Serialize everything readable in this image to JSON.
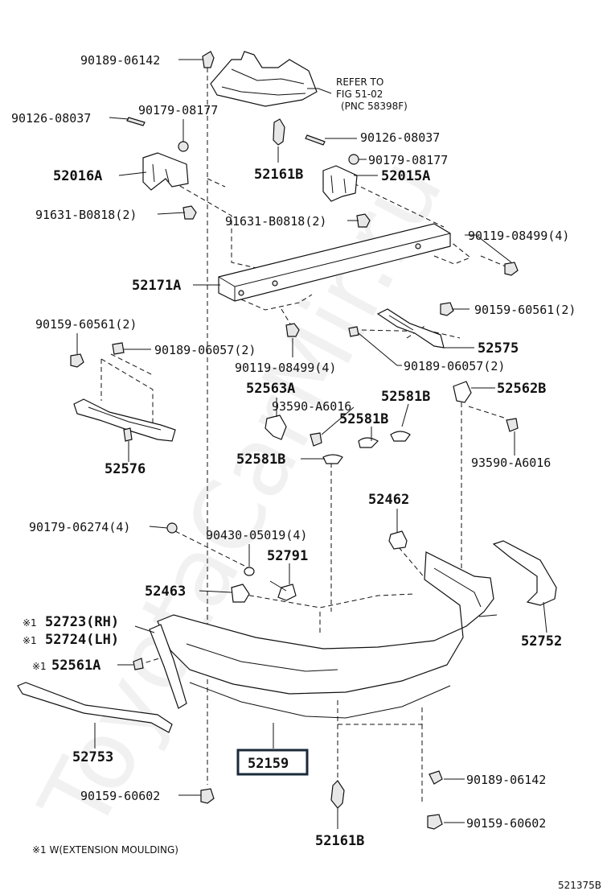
{
  "diagram": {
    "watermark": "ToyotaCarMir.ru",
    "figure_code": "521375B",
    "footnote": "※1 W(EXTENSION MOULDING)",
    "refer_note": [
      "REFER TO",
      "FIG 51-02",
      "(PNC 58398F)"
    ],
    "highlighted_part": "52159",
    "labels": {
      "p90189_06142_top": "90189-06142",
      "p90126_08037_left": "90126-08037",
      "p90179_08177_left": "90179-08177",
      "p52016A": "52016A",
      "p91631_left": "91631-B0818(2)",
      "p52161B_top": "52161B",
      "p90126_08037_right": "90126-08037",
      "p90179_08177_right": "90179-08177",
      "p52015A": "52015A",
      "p91631_right": "91631-B0818(2)",
      "p90119_right": "90119-08499(4)",
      "p52171A": "52171A",
      "p90159_60561_right": "90159-60561(2)",
      "p90159_60561_left": "90159-60561(2)",
      "p90189_06057_left": "90189-06057(2)",
      "p52575": "52575",
      "p90119_bottom": "90119-08499(4)",
      "p90189_06057_right": "90189-06057(2)",
      "p52563A": "52563A",
      "p52581B_a": "52581B",
      "p52562B": "52562B",
      "p93590_left": "93590-A6016",
      "p52581B_b": "52581B",
      "p52576": "52576",
      "p52581B_c": "52581B",
      "p93590_right": "93590-A6016",
      "p52462": "52462",
      "p90179_06274": "90179-06274(4)",
      "p90430": "90430-05019(4)",
      "p52791": "52791",
      "p52463": "52463",
      "p52723": "52723(RH)",
      "p52724": "52724(LH)",
      "p52561A": "52561A",
      "p52752": "52752",
      "p52753": "52753",
      "p52159": "52159",
      "p90159_60602_left": "90159-60602",
      "p90189_06142_bottom": "90189-06142",
      "p90159_60602_right": "90159-60602",
      "p52161B_bottom": "52161B",
      "note_mark": "※1"
    }
  }
}
